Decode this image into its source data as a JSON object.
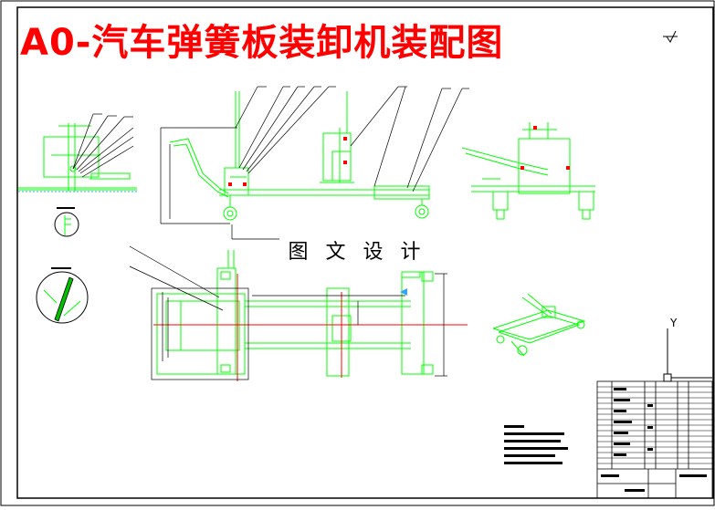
{
  "drawing": {
    "title": "A0-汽车弹簧板装卸机装配图",
    "watermark": "图 文 设 计",
    "axis_marker": "Y"
  },
  "colors": {
    "border": "#000000",
    "title": "#ff0000",
    "part_lines": "#00ff00",
    "centerline": "#ff0000",
    "dimension": "#000000",
    "hatch": "#00a000"
  }
}
